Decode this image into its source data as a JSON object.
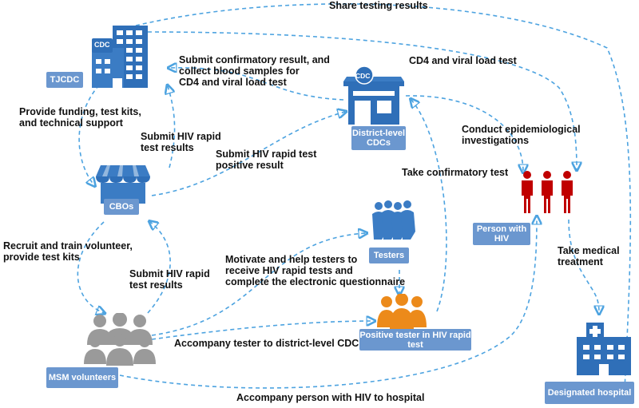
{
  "nodes": {
    "tjcdc": "TJCDC",
    "cdc_badge": "CDC",
    "district_cdc_badge": "CDC",
    "district_cdcs": "District-level\nCDCs",
    "cbos": "CBOs",
    "testers": "Testers",
    "positive_tester": "Positive tester in HIV rapid\ntest",
    "person_with_hiv": "Person with\nHIV",
    "msm_volunteers": "MSM volunteers",
    "designated_hospital": "Designated hospital"
  },
  "edges": {
    "share_results": "Share testing results",
    "submit_confirmatory": "Submit confirmatory result, and\ncollect blood samples for\nCD4 and viral load test",
    "cd4_viral": "CD4 and viral load test",
    "provide_funding": "Provide funding, test kits,\nand technical support",
    "submit_rapid_cbo": "Submit HIV rapid\ntest results",
    "submit_positive": "Submit HIV rapid test\npositive result",
    "conduct_epi": "Conduct epidemiological\ninvestigations",
    "take_confirmatory": "Take confirmatory test",
    "recruit_train": "Recruit and train volunteer,\nprovide test kits",
    "submit_rapid_msm": "Submit HIV rapid\ntest results",
    "motivate": "Motivate and help testers to\nreceive HIV rapid tests and\ncomplete the electronic questionnaire",
    "take_medical": "Take medical\ntreatment",
    "accompany_tester": "Accompany tester to district-level CDC",
    "accompany_person": "Accompany person with HIV to hospital"
  },
  "colors": {
    "building_blue": "#2f6fb8",
    "box_blue": "#6b97cf",
    "arrow_blue": "#4da3e0",
    "person_red": "#c00000",
    "positive_orange": "#ec8a1a",
    "volunteer_gray": "#9a9a9a"
  },
  "icons": [
    "cdc-building-icon",
    "district-cdc-icon",
    "cbo-shop-icon",
    "testers-group-icon",
    "positive-tester-group-icon",
    "person-with-hiv-icon",
    "msm-volunteers-icon",
    "hospital-icon"
  ]
}
